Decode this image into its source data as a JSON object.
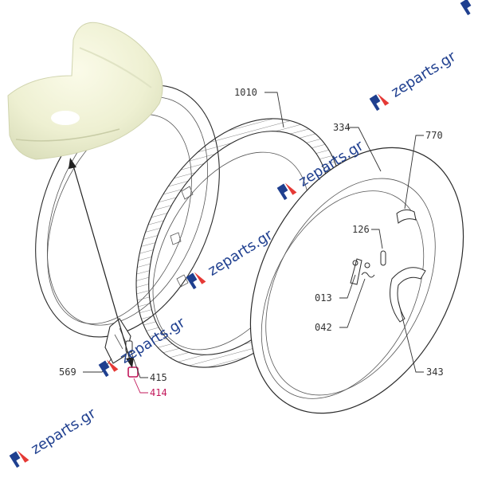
{
  "diagram": {
    "type": "exploded-parts-view",
    "accent_color": "#c2185b",
    "watermark": {
      "text": "zeparts.gr",
      "color": "#1f3f8f",
      "logo_colors": [
        "#1f3f8f",
        "#e53935"
      ]
    },
    "callouts": [
      {
        "id": "1010",
        "label": "1010",
        "highlighted": false
      },
      {
        "id": "334",
        "label": "334",
        "highlighted": false
      },
      {
        "id": "770",
        "label": "770",
        "highlighted": false
      },
      {
        "id": "126",
        "label": "126",
        "highlighted": false
      },
      {
        "id": "013",
        "label": "013",
        "highlighted": false
      },
      {
        "id": "042",
        "label": "042",
        "highlighted": false
      },
      {
        "id": "343",
        "label": "343",
        "highlighted": false
      },
      {
        "id": "569",
        "label": "569",
        "highlighted": false
      },
      {
        "id": "415",
        "label": "415",
        "highlighted": false
      },
      {
        "id": "414",
        "label": "414",
        "highlighted": true
      }
    ],
    "inset": {
      "subject": "white plastic part 414 (magnified photo)",
      "points_to": "414"
    }
  }
}
